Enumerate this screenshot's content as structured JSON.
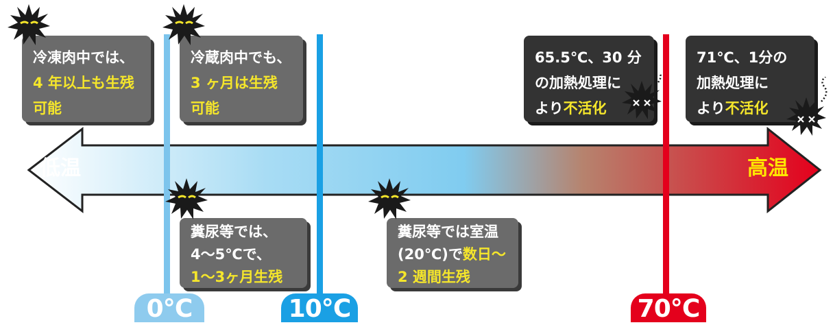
{
  "arrow": {
    "left_label": "低温",
    "right_label": "高温"
  },
  "temperature_markers": [
    {
      "label": "0℃",
      "color": "#8ecbee"
    },
    {
      "label": "10℃",
      "color": "#1aa0e4"
    },
    {
      "label": "70℃",
      "color": "#e4001c"
    }
  ],
  "notes": {
    "frozen_meat": {
      "plain": "冷凍肉中では、",
      "highlight_1": "4 年以上も生残",
      "highlight_2": "可能"
    },
    "chilled_meat": {
      "plain": "冷蔵肉中でも、",
      "highlight_1": "3 ヶ月は生残",
      "highlight_2": "可能"
    },
    "manure_cold": {
      "plain_1": "糞尿等では、",
      "plain_2": "4～5℃で、",
      "highlight": "1～3ヶ月生残"
    },
    "manure_room": {
      "plain_1": "糞尿等では室温",
      "plain_2": "(20℃)で",
      "highlight_1": "数日～",
      "highlight_2": "2 週間生残"
    },
    "heat_65": {
      "plain_1": "65.5℃、30 分",
      "plain_2": "の加熱処理に",
      "plain_3": "より",
      "highlight": "不活化"
    },
    "heat_71": {
      "plain_1": "71℃、1分の",
      "plain_2": "加熱処理に",
      "plain_3": "より",
      "highlight": "不活化"
    }
  },
  "colors": {
    "arrow_cold": "#ffffff",
    "arrow_mid": "#80ccf0",
    "arrow_hot": "#e4001c",
    "highlight_text": "#f5e62b",
    "germ": "#1a1a1a"
  },
  "icons": [
    "germ-icon-active",
    "germ-icon-inactivated"
  ]
}
